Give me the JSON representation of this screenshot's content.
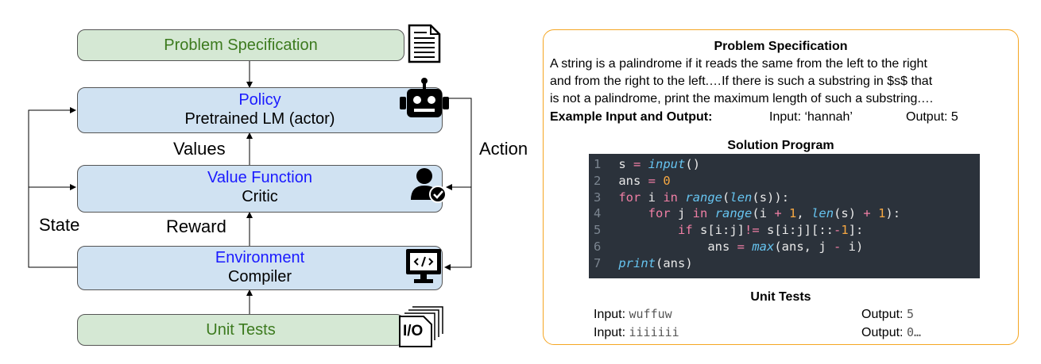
{
  "diagram": {
    "problem_spec": "Problem Specification",
    "policy_title": "Policy",
    "policy_sub": "Pretrained LM (actor)",
    "values_label": "Values",
    "value_title": "Value Function",
    "value_sub": "Critic",
    "reward_label": "Reward",
    "state_label": "State",
    "action_label": "Action",
    "env_title": "Environment",
    "env_sub": "Compiler",
    "unit_tests": "Unit Tests",
    "io_icon_text": "I/O",
    "icons": [
      "document-icon",
      "robot-icon",
      "user-check-icon",
      "code-monitor-icon",
      "io-files-icon"
    ]
  },
  "panel": {
    "spec_title": "Problem Specification",
    "spec_lines": [
      "A string is a palindrome if it reads the same from the left to the right",
      "and from the right to the left.…If there is such a substring in $s$ that",
      "is not a palindrome, print the maximum length of such a substring.…"
    ],
    "example_label": "Example Input and Output:",
    "example_input": "Input: ‘hannah’",
    "example_output": "Output: 5",
    "solution_title": "Solution Program",
    "code_line_numbers": [
      "1",
      "2",
      "3",
      "4",
      "5",
      "6",
      "7"
    ],
    "unit_tests_title": "Unit Tests",
    "tests": [
      {
        "input_label": "Input:",
        "input": "wuffuw",
        "output_label": "Output:",
        "output": "5"
      },
      {
        "input_label": "Input:",
        "input": "iiiiiii",
        "output_label": "Output:",
        "output": "0…"
      }
    ],
    "colors": {
      "border": "#f5a623",
      "code_bg": "#2b323b"
    }
  }
}
